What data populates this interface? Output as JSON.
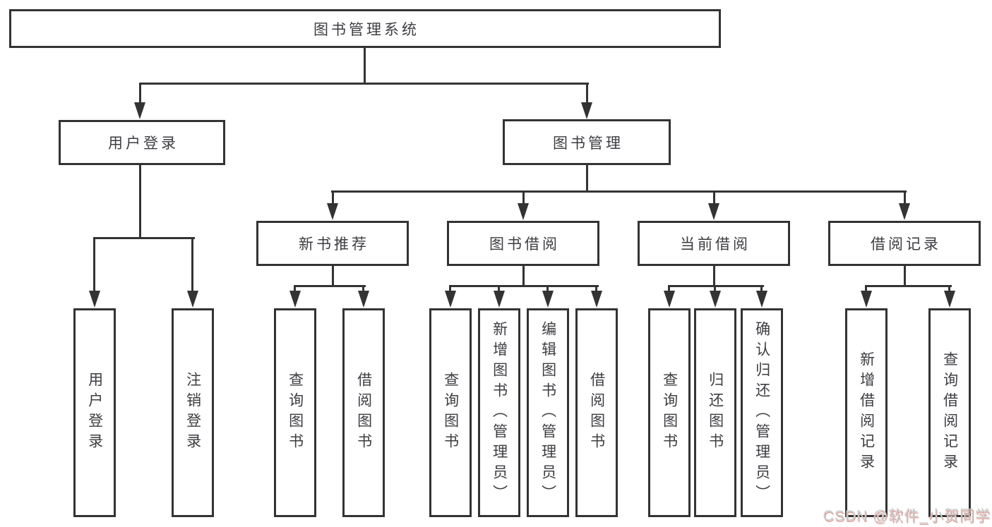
{
  "colors": {
    "line": "#333333",
    "text": "#3d3d42",
    "background": "#ffffff",
    "watermark": "#c9c9c9",
    "watermark_accent": "#e0a49c"
  },
  "tree": {
    "label": "图书管理系统",
    "children": [
      {
        "label": "用户登录",
        "children": [
          {
            "label": "用户登录"
          },
          {
            "label": "注销登录"
          }
        ]
      },
      {
        "label": "图书管理",
        "children": [
          {
            "label": "新书推荐",
            "children": [
              {
                "label": "查询图书"
              },
              {
                "label": "借阅图书"
              }
            ]
          },
          {
            "label": "图书借阅",
            "children": [
              {
                "label": "查询图书"
              },
              {
                "label": "新增图书（管理员）"
              },
              {
                "label": "编辑图书（管理员）"
              },
              {
                "label": "借阅图书"
              }
            ]
          },
          {
            "label": "当前借阅",
            "children": [
              {
                "label": "查询图书"
              },
              {
                "label": "归还图书"
              },
              {
                "label": "确认归还（管理员）"
              }
            ]
          },
          {
            "label": "借阅记录",
            "children": [
              {
                "label": "新增借阅记录"
              },
              {
                "label": "查询借阅记录"
              }
            ]
          }
        ]
      }
    ]
  },
  "watermark": {
    "text": "CSDN @软件_小贺同学"
  }
}
